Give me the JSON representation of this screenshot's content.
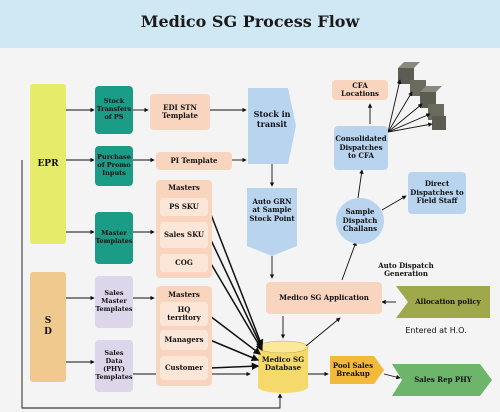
{
  "title": "Medico SG Process Flow",
  "colors": {
    "header_bg": "#cfe8f3",
    "canvas_bg": "#f4f4f4",
    "epr": "#e6eb6a",
    "sd": "#f0c98f",
    "teal": "#1a9c86",
    "lavender": "#ddd6ea",
    "peach": "#f9d5c0",
    "blue": "#b8d4ee",
    "green": "#6db56b",
    "olive": "#9fa84a",
    "cube": "#5c5c52"
  },
  "nodes": {
    "epr": "EPR",
    "sd": "S\nD",
    "stock_transfers": "Stock Transfers of PS",
    "purchase_promo": "Purchase of Promo Inputs",
    "master_templates": "Master Templates",
    "sales_master_templates": "Sales Master Templates",
    "sales_data_templates": "Sales Data (PHY) Templates",
    "edi_stn": "EDI STN Template",
    "pi_template": "PI Template",
    "masters_top": "Masters",
    "ps_sku": "PS SKU",
    "sales_sku": "Sales SKU",
    "cog": "COG",
    "masters_bottom": "Masters",
    "hq_territory": "HQ territory",
    "managers": "Managers",
    "customer": "Customer",
    "stock_in_transit": "Stock in transit",
    "auto_grn": "Auto GRN at Sample Stock Point",
    "cfa_locations": "CFA Locations",
    "consolidated_dispatches": "Consolidated Dispatches to CFA",
    "sample_dispatch_challans": "Sample Dispatch Challans",
    "direct_dispatches": "Direct Dispatches to Field Staff",
    "auto_dispatch_generation": "Auto Dispatch Generation",
    "medico_app": "Medico SG Application",
    "allocation_policy": "Allocation policy",
    "entered_at_ho": "Entered at H.O.",
    "medico_db": "Medico SG Database",
    "pool_sales_breakup": "Pool Sales Breakup",
    "sales_rep_phy": "Sales Rep PHY"
  }
}
